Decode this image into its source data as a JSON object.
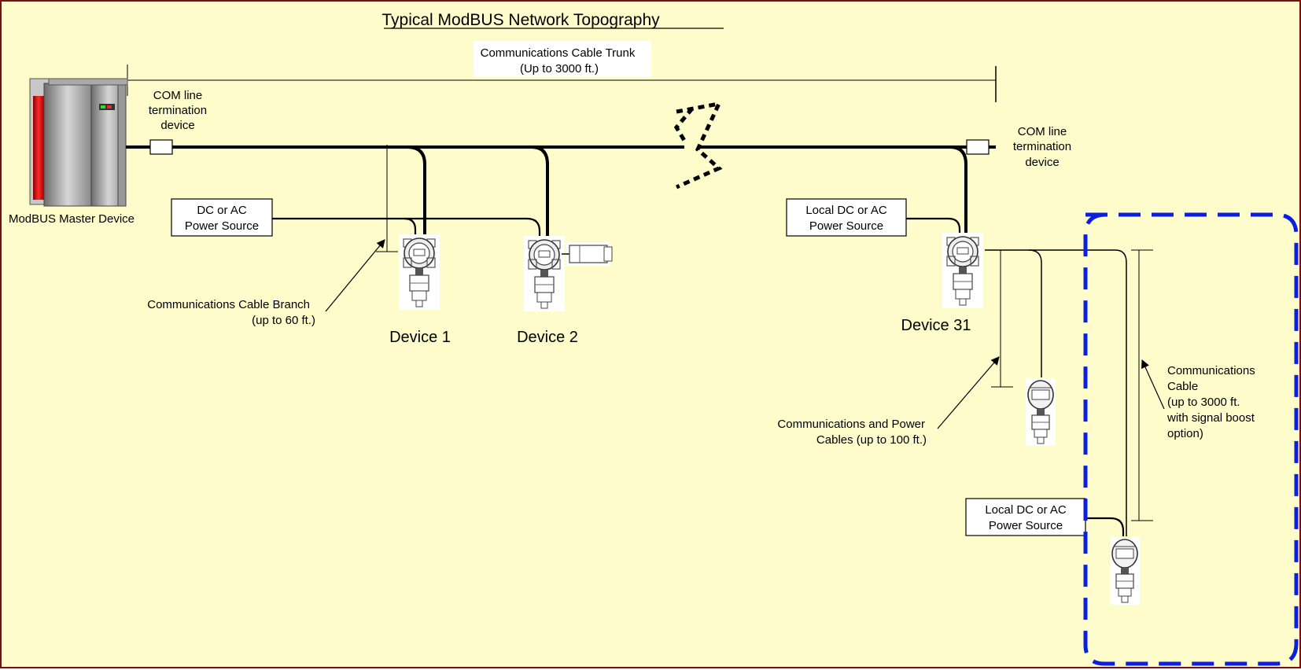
{
  "title": "Typical ModBUS Network Topography",
  "trunk_label": {
    "line1": "Communications Cable Trunk",
    "line2": "(Up to 3000 ft.)"
  },
  "master_label": "ModBUS Master Device",
  "com_term_left": [
    "COM line",
    "termination",
    "device"
  ],
  "com_term_right": [
    "COM line",
    "termination",
    "device"
  ],
  "power_dc_ac": [
    "DC or AC",
    "Power Source"
  ],
  "power_local_1": [
    "Local DC or AC",
    "Power Source"
  ],
  "power_local_2": [
    "Local DC or AC",
    "Power Source"
  ],
  "branch_label": [
    "Communications Cable Branch",
    "(up to 60 ft.)"
  ],
  "device_1": "Device 1",
  "device_2": "Device 2",
  "device_31": "Device 31",
  "comm_power_label": [
    "Communications and Power",
    "Cables (up to 100 ft.)"
  ],
  "comm_cable_label": [
    "Communications",
    "Cable",
    "(up to 3000 ft.",
    "with signal boost",
    "option)"
  ],
  "colors": {
    "background": "#fffccc",
    "frame": "#7a1010",
    "boundary": "#0a1fe0",
    "master_red": "#d41010"
  }
}
